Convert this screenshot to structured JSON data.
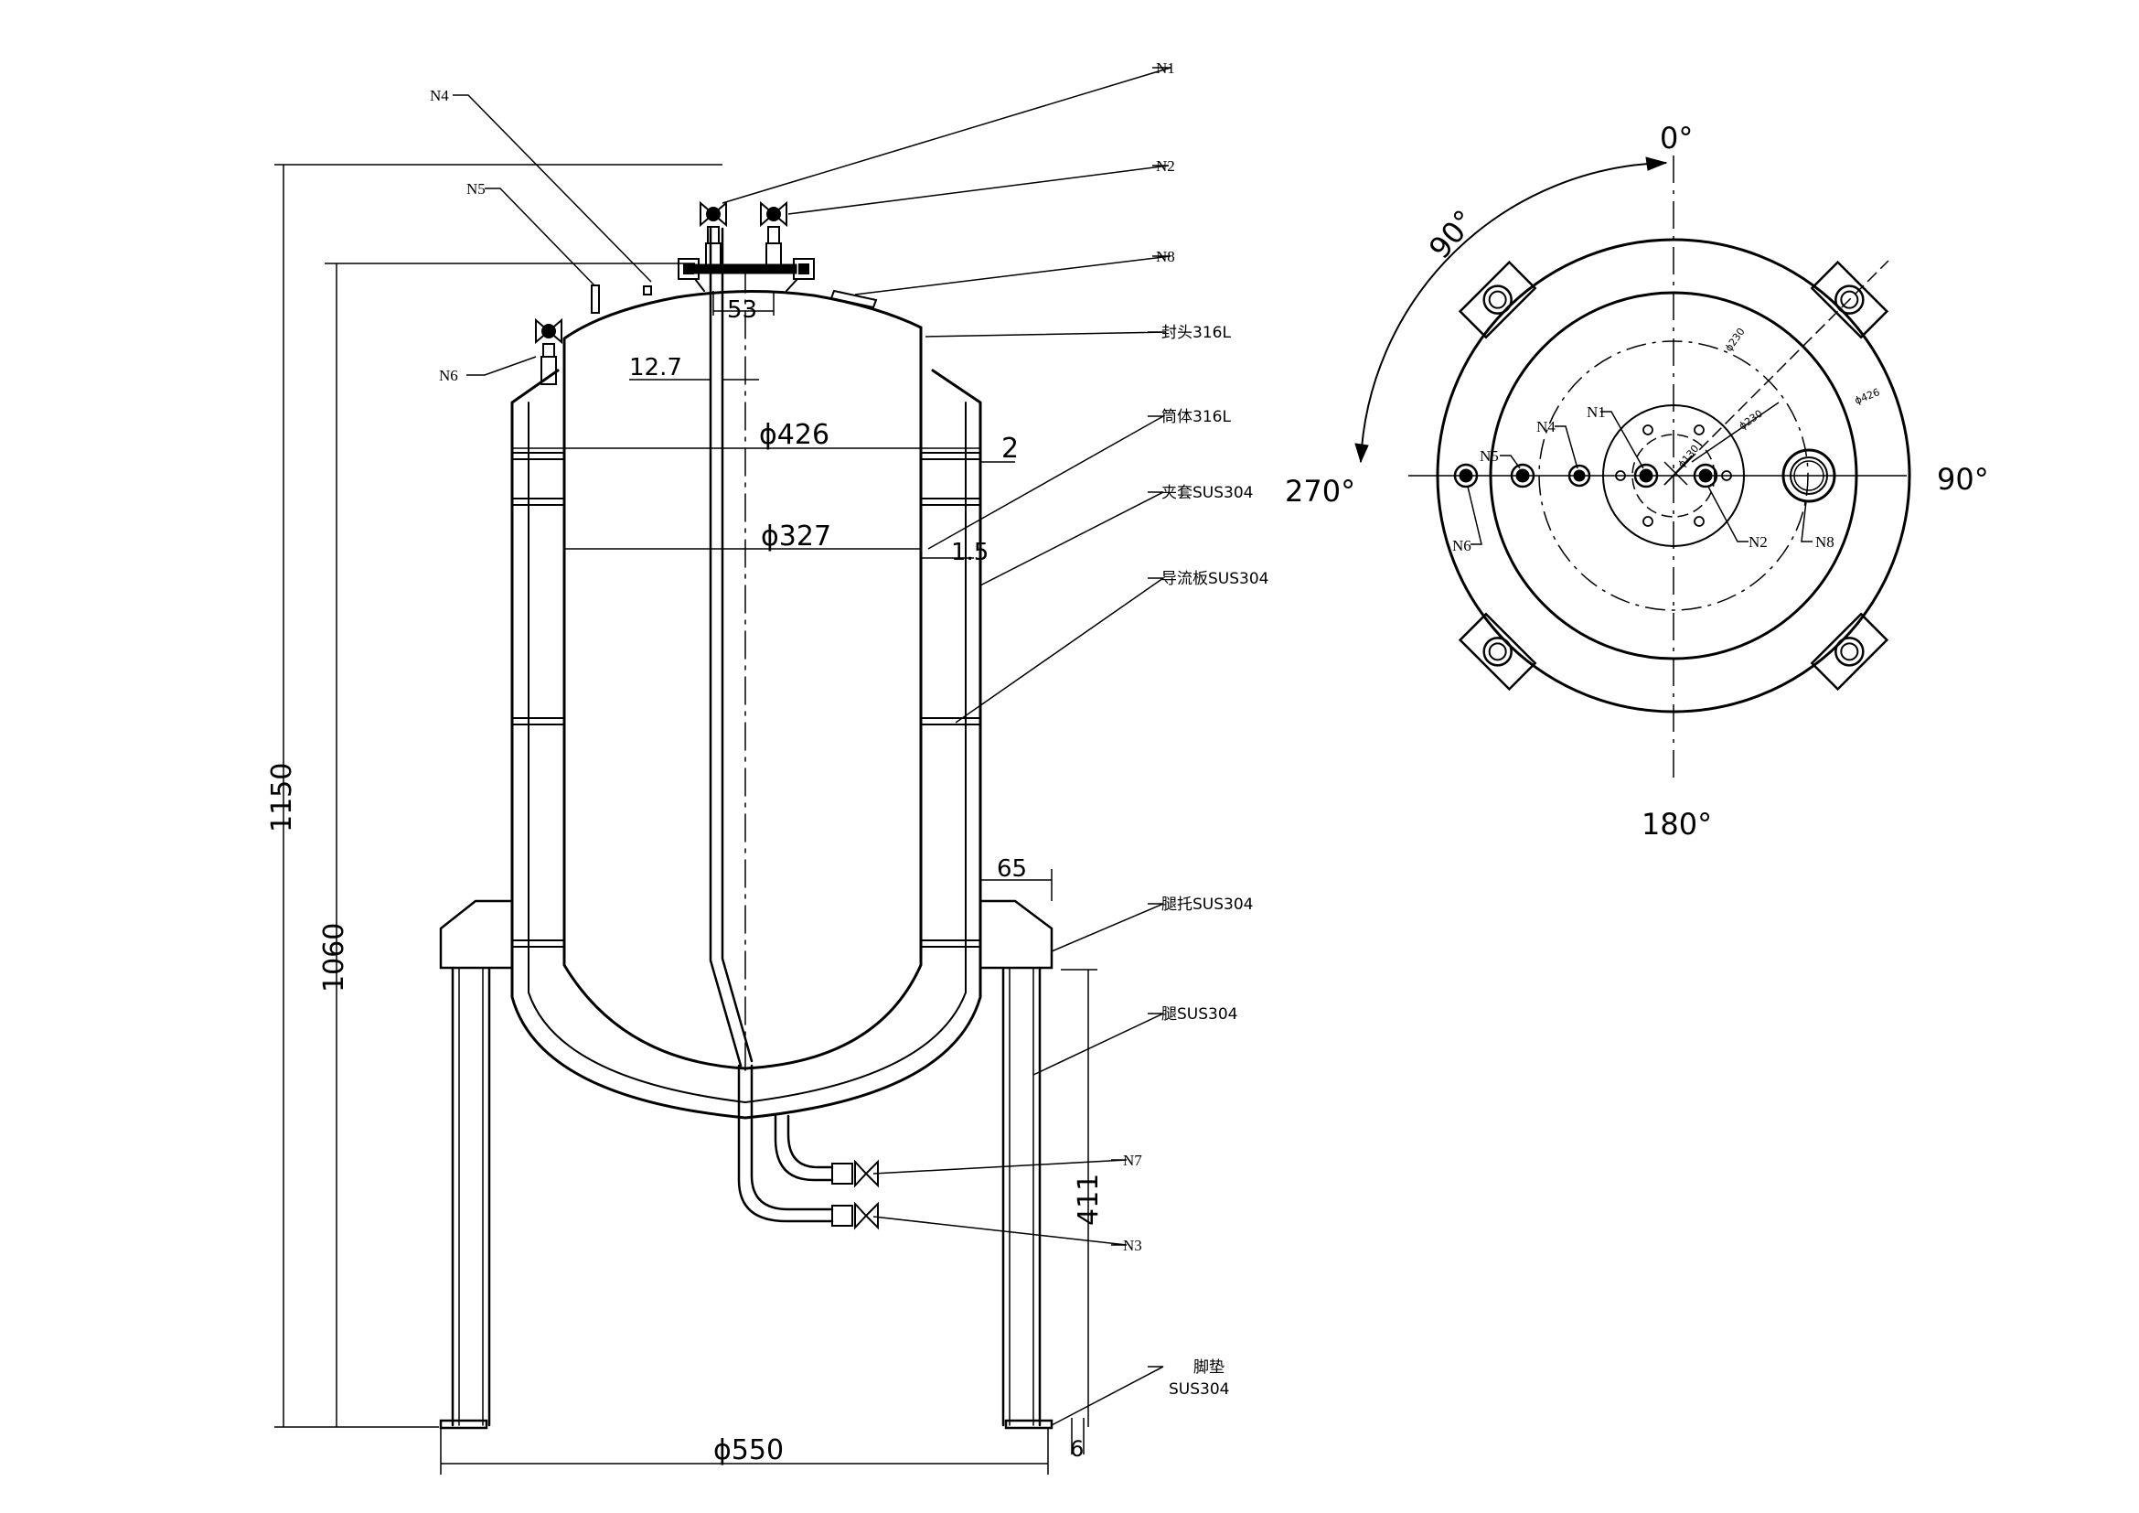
{
  "nozzles": {
    "N1": "N1",
    "N2": "N2",
    "N3": "N3",
    "N4": "N4",
    "N5": "N5",
    "N6": "N6",
    "N7": "N7",
    "N8": "N8"
  },
  "parts": {
    "head": "封头316L",
    "shell": "筒体316L",
    "jacket": "夹套SUS304",
    "baffle": "导流板SUS304",
    "leg_bracket": "腿托SUS304",
    "leg": "腿SUS304",
    "foot_pad_line1": "脚垫",
    "foot_pad_line2": "SUS304"
  },
  "dimensions": {
    "overall_height": "1150",
    "vessel_height": "1060",
    "leg_height": "411",
    "leg_span": "ϕ550",
    "jacket_dia": "ϕ426",
    "jacket_gap": "2",
    "shell_dia": "ϕ327",
    "shell_gap": "1.5",
    "pipe_offset": "12.7",
    "nozzle_spacing": "53",
    "bracket_width": "65",
    "pad_thickness": "6"
  },
  "plan_view": {
    "angle_top": "0°",
    "angle_right": "90°",
    "angle_bottom": "180°",
    "angle_left": "270°",
    "angle_arc": "90°",
    "dia_inner": "ϕ230",
    "dia_mid": "ϕ230",
    "dia_small": "ϕ130",
    "dia_outer": "ϕ426"
  },
  "colors": {
    "line": "#000000",
    "background": "#ffffff"
  }
}
